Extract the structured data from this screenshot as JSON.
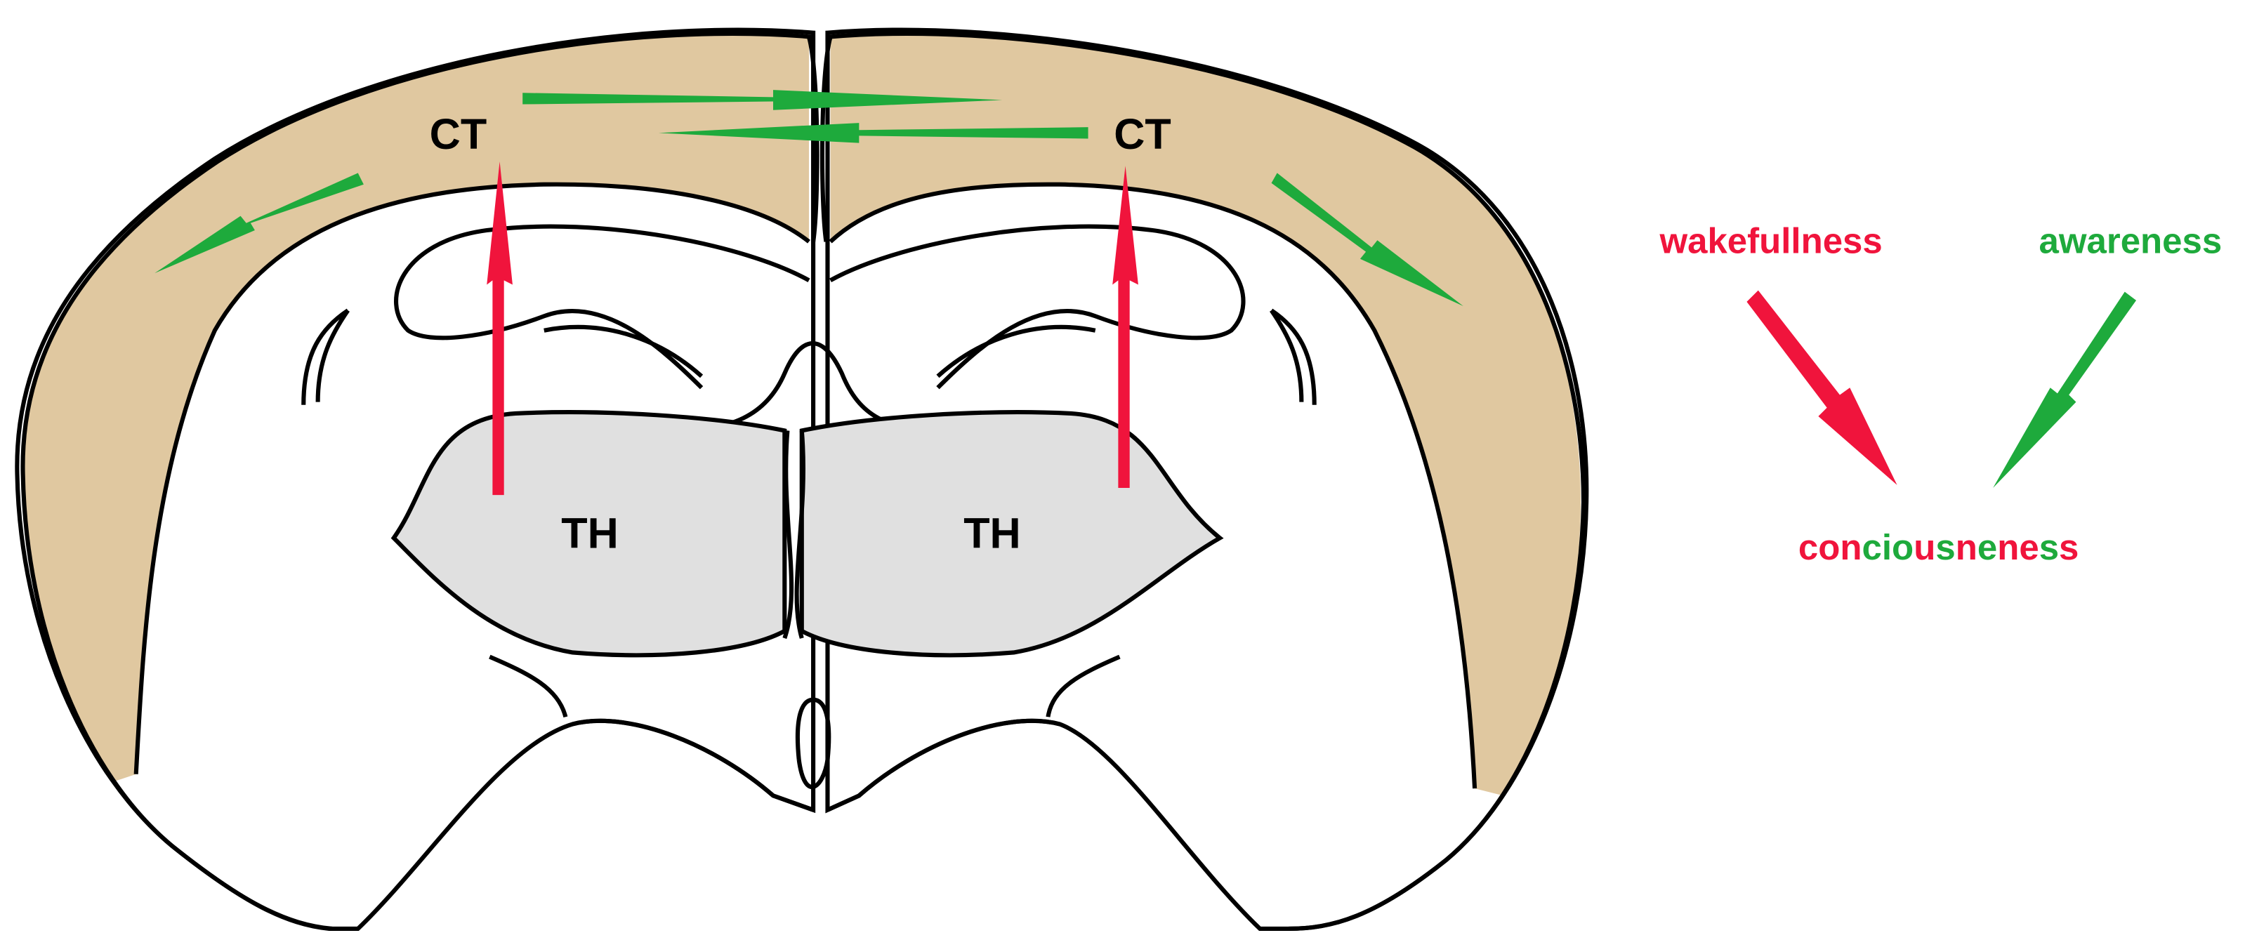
{
  "colors": {
    "cortex": "#e0c8a0",
    "thalamus": "#e0e0e0",
    "outline": "#000000",
    "red": "#f0143c",
    "green": "#1eaa3c"
  },
  "labels": {
    "ct_left": "CT",
    "ct_right": "CT",
    "th_left": "TH",
    "th_right": "TH"
  },
  "legend": {
    "wakefulness": "wakefullness",
    "awareness": "awareness",
    "consciousness_segments": [
      {
        "text": "con",
        "color": "red"
      },
      {
        "text": "cio",
        "color": "green"
      },
      {
        "text": "u",
        "color": "red"
      },
      {
        "text": "s",
        "color": "green"
      },
      {
        "text": "n",
        "color": "red"
      },
      {
        "text": "e",
        "color": "green"
      },
      {
        "text": "ne",
        "color": "red"
      },
      {
        "text": "s",
        "color": "green"
      },
      {
        "text": "s",
        "color": "red"
      }
    ]
  }
}
